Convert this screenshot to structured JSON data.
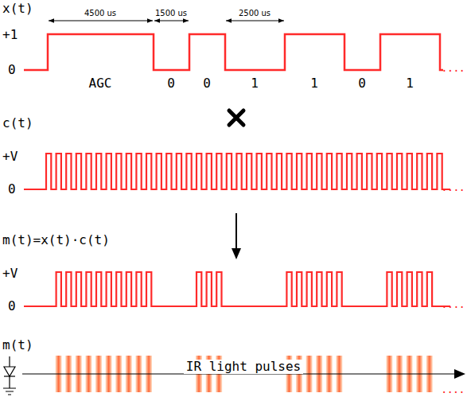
{
  "diagram": {
    "labels": [
      "x(t)",
      "4500 us",
      "1500 us",
      "2500 us",
      "+1",
      "0",
      "AGC",
      "0",
      "0",
      "1",
      "1",
      "0",
      "1",
      "....",
      "c(t)",
      "+V",
      "0",
      "....",
      "m(t)=x(t)·c(t)",
      "+V",
      "0",
      "....",
      "m(t)",
      "IR light pulses",
      "...."
    ]
  }
}
